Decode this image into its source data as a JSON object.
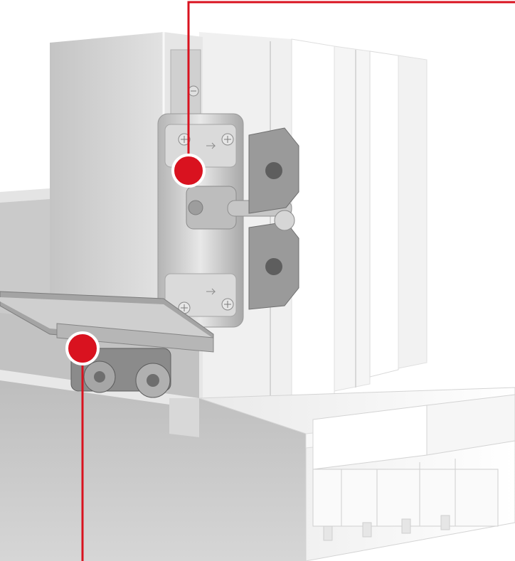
{
  "colors": {
    "background": "#ffffff",
    "callout": "#d9121f",
    "marker_ring": "#ffffff",
    "frame_light": "#f4f4f4",
    "frame_mid": "#dcdcdc",
    "frame_dark": "#b8b8b8",
    "sash_face": "#cfcfcf",
    "hardware_metal": "#c9c9c9",
    "hardware_dark": "#8e8e8e"
  },
  "callouts": [
    {
      "id": "lock-mechanism",
      "marker": "red-dot-marker",
      "leader": "up-right"
    },
    {
      "id": "roller-carriage",
      "marker": "red-dot-marker",
      "leader": "down"
    }
  ],
  "icons": [
    "red-dot-marker",
    "screw-icon",
    "arrow-mark-icon"
  ]
}
